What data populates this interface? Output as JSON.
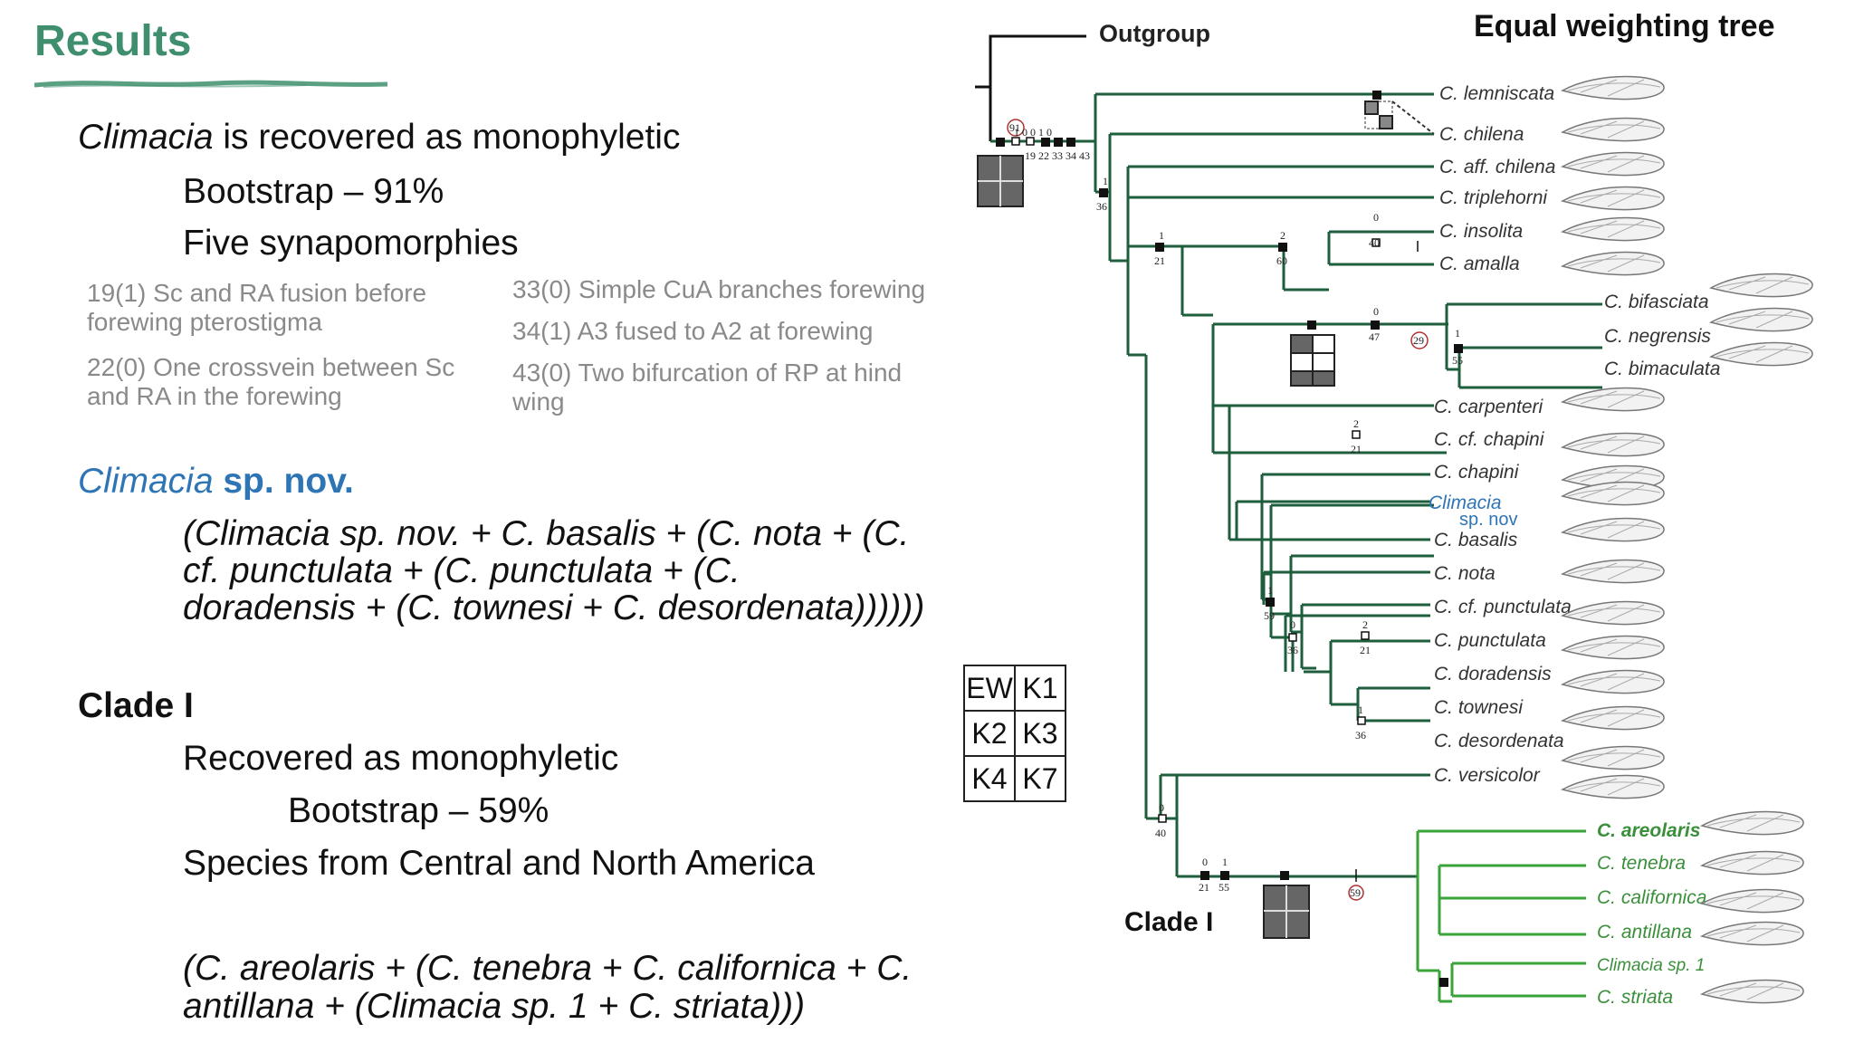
{
  "title": "Results",
  "section1": {
    "headline_italic": "Climacia",
    "headline_rest": " is recovered as monophyletic",
    "bootstrap": "Bootstrap – 91%",
    "synapomorphies": "Five synapomorphies",
    "chars": [
      "19(1) Sc and RA fusion before forewing pterostigma",
      "22(0) One crossvein between Sc and RA in the forewing",
      "33(0) Simple CuA branches forewing",
      "34(1) A3 fused to A2 at forewing",
      "43(0) Two bifurcation of RP at hind wing"
    ]
  },
  "section2": {
    "heading_italic": "Climacia",
    "heading_bold": " sp. nov.",
    "formula_line1": "(Climacia sp. nov. + C. basalis + (C. nota + (C.",
    "formula_line2": "cf. punctulata + (C. punctulata + (C.",
    "formula_line3": "doradensis + (C. townesi + C. desordenata))))))"
  },
  "section3": {
    "heading": "Clade I",
    "line1": "Recovered as monophyletic",
    "line2": "Bootstrap – 59%",
    "line3": "Species from Central and North America",
    "formula_line1": "(C. areolaris + (C. tenebra + C. californica + C.",
    "formula_line2": "antillana + (Climacia sp. 1 + C. striata)))"
  },
  "tree": {
    "heading": "Equal weighting tree",
    "outgroup": "Outgroup",
    "clade_label": "Clade I",
    "tips": [
      "C. lemniscata",
      "C. chilena",
      "C. aff. chilena",
      "C. triplehorni",
      "C. insolita",
      "C. amalla",
      "C. bifasciata",
      "C. negrensis",
      "C. bimaculata",
      "C. carpenteri",
      "C. cf. chapini",
      "C. chapini",
      "Climacia",
      "sp. nov",
      "C. basalis",
      "C. nota",
      "C. cf. punctulata",
      "C. punctulata",
      "C. doradensis",
      "C. townesi",
      "C. desordenata",
      "C. versicolor",
      "C. areolaris",
      "C. tenebra",
      "C. californica",
      "C. antillana",
      "Climacia sp. 1",
      "C. striata"
    ],
    "support_values": [
      "91",
      "29",
      "59"
    ],
    "char_nums": [
      "19 22 33 34 43",
      "36",
      "21",
      "60",
      "40",
      "47",
      "55",
      "21",
      "59",
      "36",
      "21",
      "36",
      "40",
      "21",
      "55"
    ],
    "state_nums": [
      "1",
      "0",
      "0",
      "1",
      "0",
      "1",
      "1",
      "2",
      "0",
      "0",
      "1",
      "2",
      "1",
      "2",
      "1",
      "0",
      "0",
      "1"
    ],
    "legend": [
      "EW",
      "K1",
      "K2",
      "K3",
      "K4",
      "K7"
    ],
    "colors": {
      "dark_green": "#1e5e3c",
      "light_green": "#3aa33a",
      "support_ring": "#b03030"
    }
  }
}
